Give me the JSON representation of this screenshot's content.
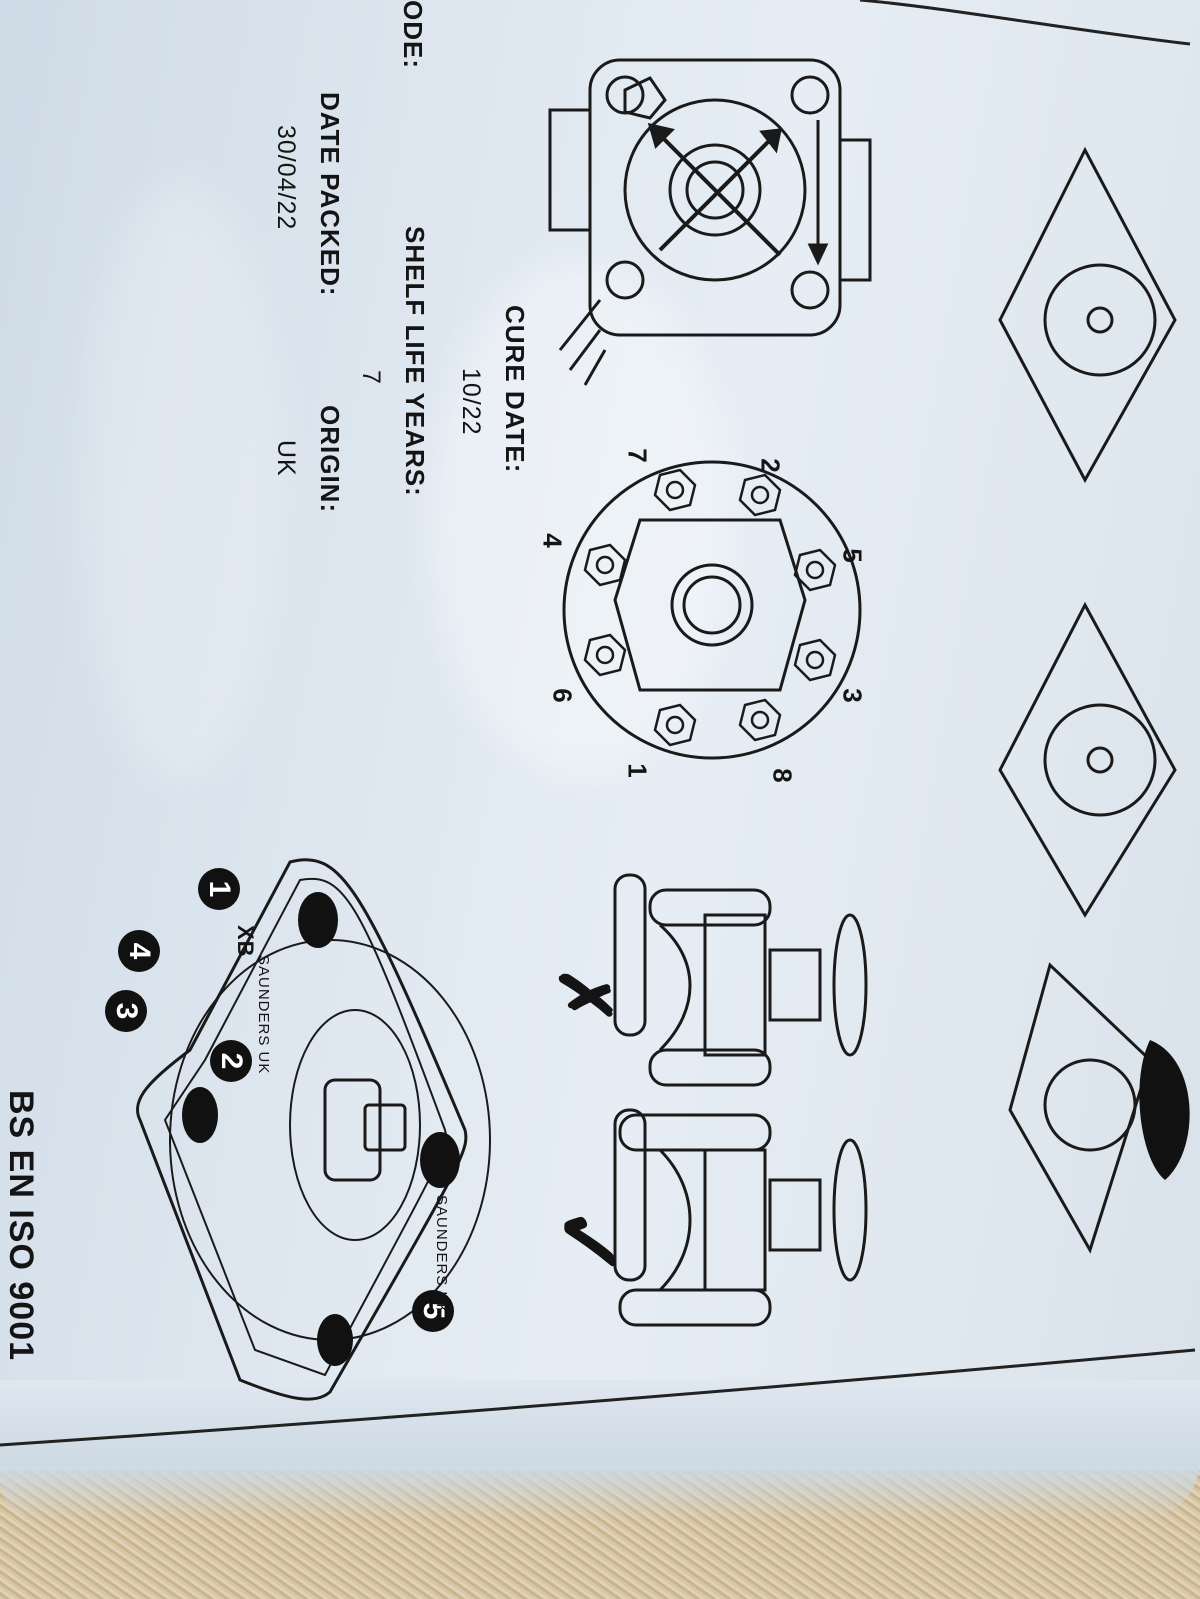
{
  "labels": {
    "code": "ODE:",
    "date_packed_label": "DATE PACKED:",
    "date_packed_value": "30/04/22",
    "shelf_life_label": "SHELF LIFE YEARS:",
    "shelf_life_value": "7",
    "origin_label": "ORIGIN:",
    "origin_value": "UK",
    "cure_date_label": "CURE DATE:",
    "cure_date_value": "10/22",
    "standard": "BS EN ISO 9001"
  },
  "bolt_sequence": [
    "1",
    "2",
    "3",
    "4",
    "5",
    "6",
    "7",
    "8"
  ],
  "diaphragm": {
    "badges": [
      "1",
      "4",
      "3",
      "2",
      "5"
    ],
    "brand_text": "SAUNDERS UK",
    "mark": "XB"
  },
  "marks": {
    "wrong": "✗",
    "right": "✓"
  },
  "colors": {
    "ink": "#141414",
    "bag": "#dde6ef"
  }
}
